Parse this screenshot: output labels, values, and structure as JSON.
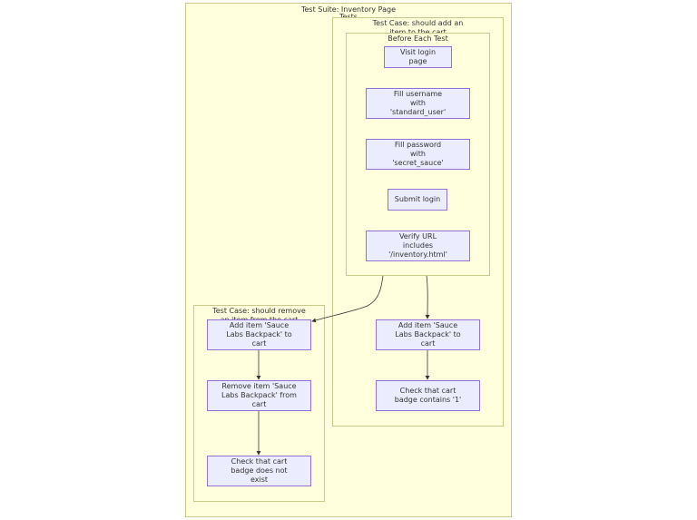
{
  "suite": {
    "title": "Test Suite: Inventory Page"
  },
  "tests_group": {
    "title": "Tests"
  },
  "case_add": {
    "title": "Test Case: should add an item to the cart"
  },
  "before_each": {
    "title": "Before Each Test"
  },
  "case_remove": {
    "title": "Test Case: should remove an item from the cart"
  },
  "nodes": {
    "visit_login": "Visit login page",
    "fill_username": "Fill username with 'standard_user'",
    "fill_password": "Fill password with 'secret_sauce'",
    "submit_login": "Submit login",
    "verify_url": "Verify URL includes '/inventory.html'",
    "add_item_a": "Add item 'Sauce Labs Backpack' to cart",
    "check_badge_1": "Check that cart badge contains '1'",
    "add_item_b": "Add item 'Sauce Labs Backpack' to cart",
    "remove_item": "Remove item 'Sauce Labs Backpack' from cart",
    "check_no_badge": "Check that cart badge does not exist"
  },
  "colors": {
    "cluster_fill": "#ffffde",
    "cluster_border": "#c9c98a",
    "node_fill": "#ececff",
    "node_border": "#9370db",
    "edge": "#333333"
  }
}
